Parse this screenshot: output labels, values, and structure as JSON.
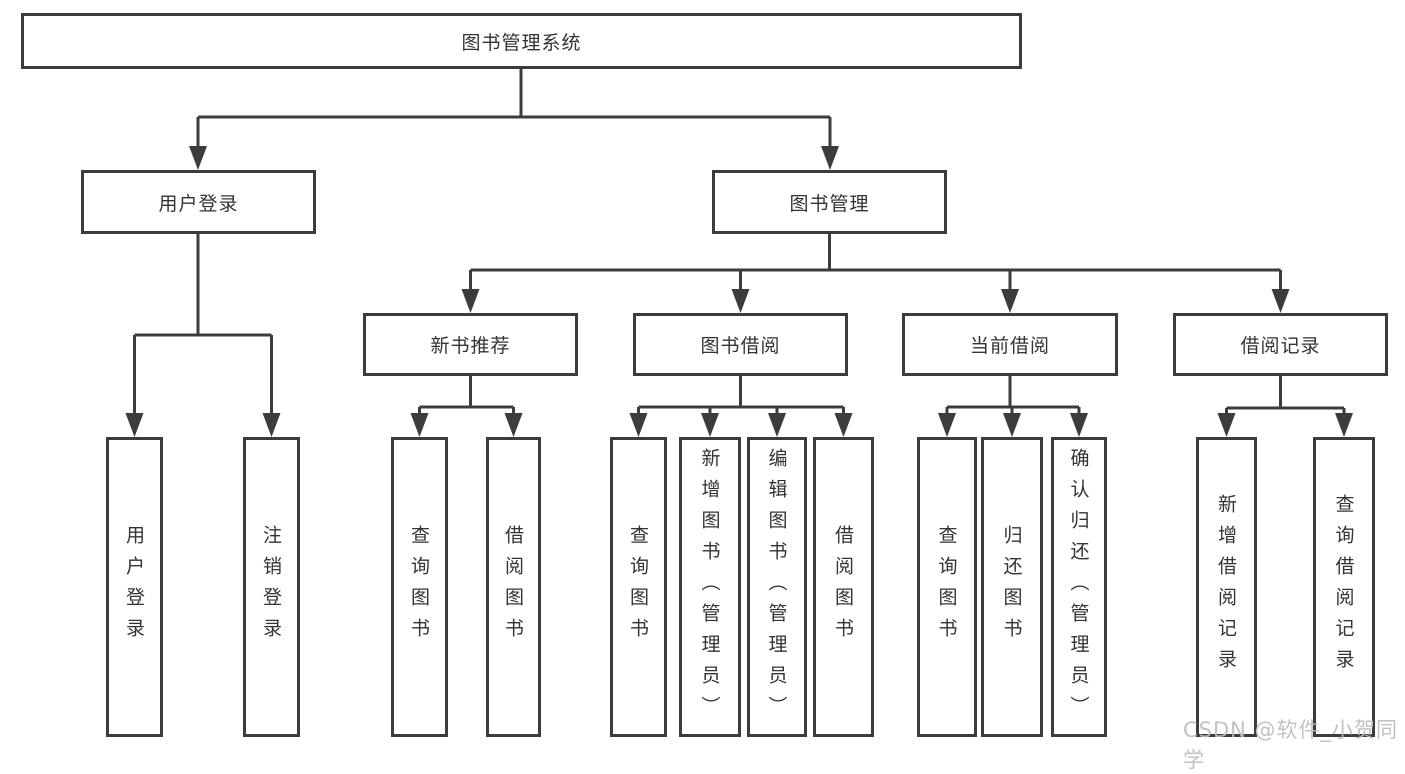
{
  "tree": {
    "root": {
      "label": "图书管理系统"
    },
    "branches": [
      {
        "label": "用户登录",
        "children": [
          {
            "label": "用户登录"
          },
          {
            "label": "注销登录"
          }
        ]
      },
      {
        "label": "图书管理",
        "children": [
          {
            "label": "新书推荐",
            "children": [
              {
                "label": "查询图书"
              },
              {
                "label": "借阅图书"
              }
            ]
          },
          {
            "label": "图书借阅",
            "children": [
              {
                "label": "查询图书"
              },
              {
                "label": "新增图书（管理员）"
              },
              {
                "label": "编辑图书（管理员）"
              },
              {
                "label": "借阅图书"
              }
            ]
          },
          {
            "label": "当前借阅",
            "children": [
              {
                "label": "查询图书"
              },
              {
                "label": "归还图书"
              },
              {
                "label": "确认归还（管理员）"
              }
            ]
          },
          {
            "label": "借阅记录",
            "children": [
              {
                "label": "新增借阅记录"
              },
              {
                "label": "查询借阅记录"
              }
            ]
          }
        ]
      }
    ]
  },
  "watermark": {
    "text": "CSDN @软件_小贺同学"
  },
  "colors": {
    "line": "#3c3c3c",
    "text": "#333333",
    "watermark": "#bdbdbd",
    "background": "#ffffff"
  }
}
